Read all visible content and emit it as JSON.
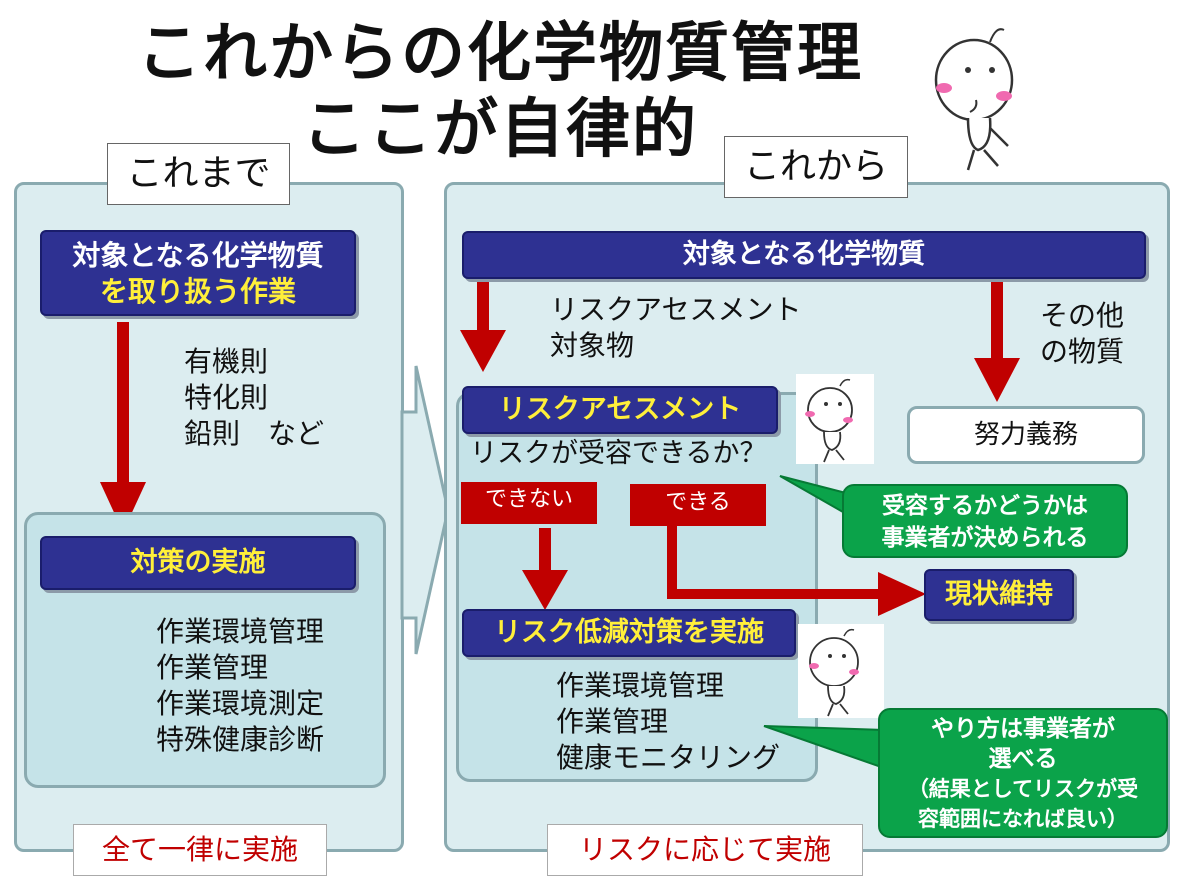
{
  "title": {
    "line1": "これからの化学物質管理",
    "line2": "ここが自律的"
  },
  "left": {
    "tag": "これまで",
    "target_line1": "対象となる化学物質",
    "target_line2": "を取り扱う作業",
    "rules": [
      "有機則",
      "特化則",
      "鉛則　など"
    ],
    "measures_header": "対策の実施",
    "measures": [
      "作業環境管理",
      "作業管理",
      "作業環境測定",
      "特殊健康診断"
    ],
    "footer": "全て一律に実施"
  },
  "right": {
    "tag": "これから",
    "target": "対象となる化学物質",
    "ra_target": [
      "リスクアセスメント",
      "対象物"
    ],
    "other": [
      "その他",
      "の物質"
    ],
    "effort": "努力義務",
    "ra_header": "リスクアセスメント",
    "question": "リスクが受容できるか？",
    "cannot": "できない",
    "can": "できる",
    "callout1": [
      "受容するかどうかは",
      "事業者が決められる"
    ],
    "status_quo": "現状維持",
    "reduction_header": "リスク低減対策を実施",
    "reduction": [
      "作業環境管理",
      "作業管理",
      "健康モニタリング"
    ],
    "callout2": [
      "やり方は事業者が",
      "選べる",
      "（結果としてリスクが受",
      "容範囲になれば良い）"
    ],
    "footer": "リスクに応じて実施"
  },
  "colors": {
    "navy": "#2e3192",
    "red": "#c00000",
    "green": "#0ba34a",
    "panel": "#dcedf0",
    "yellow": "#ffef3a"
  }
}
